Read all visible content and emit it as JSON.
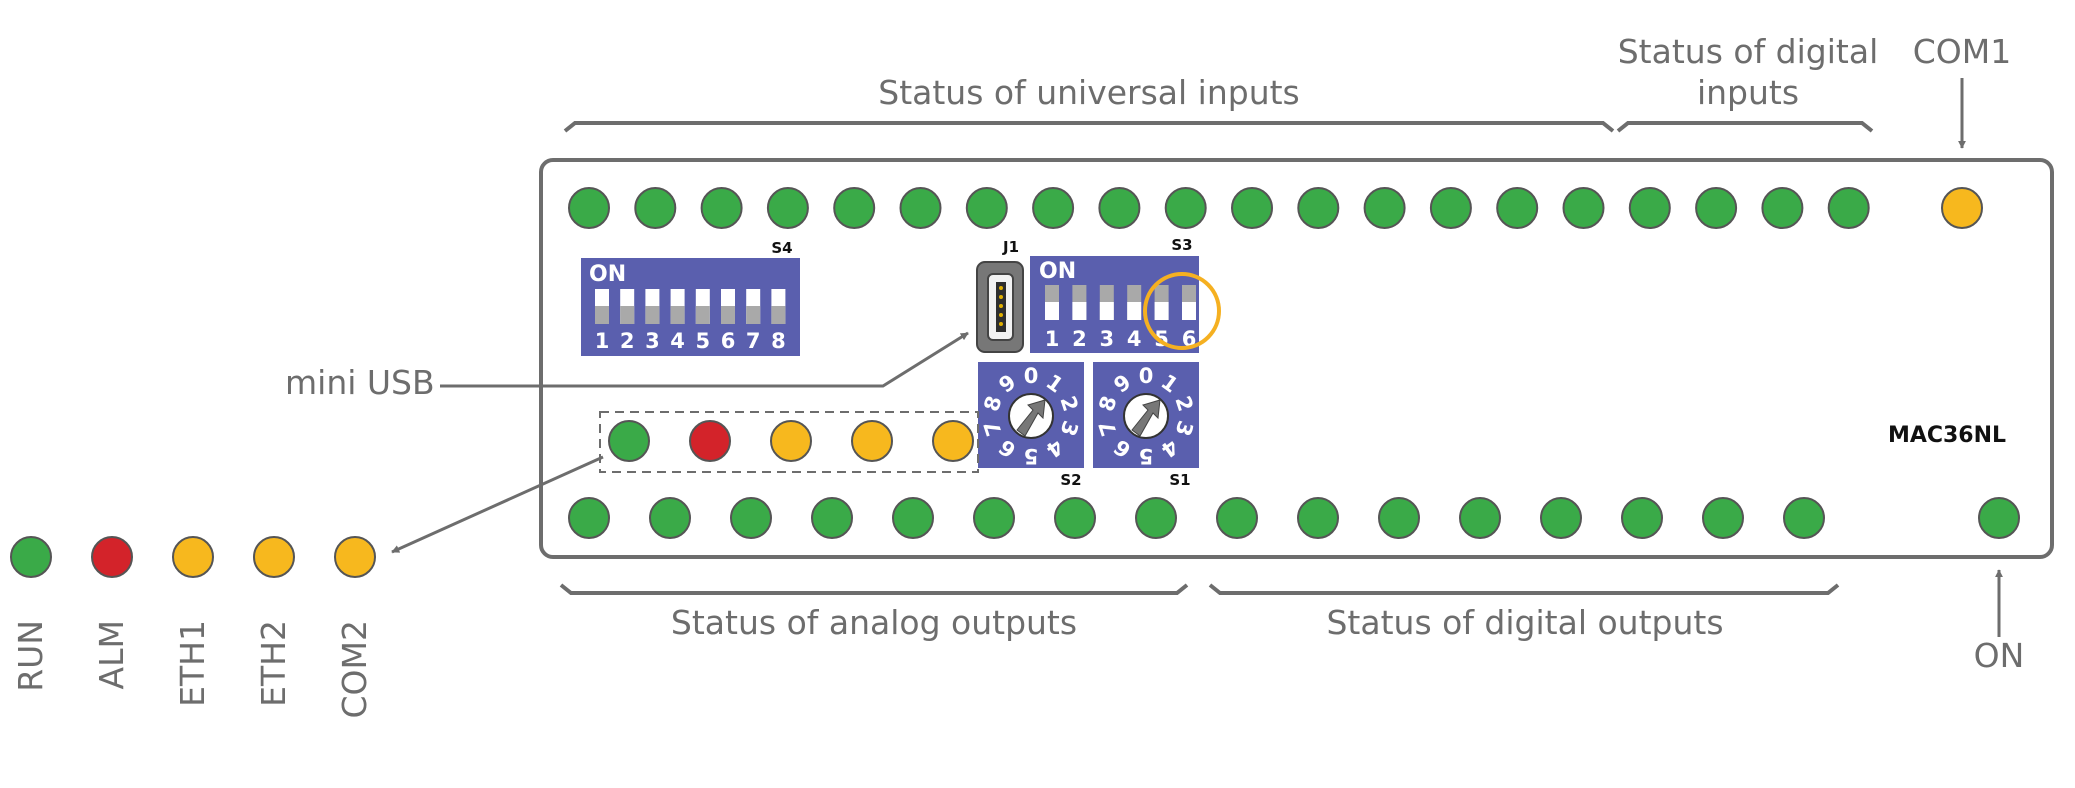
{
  "labels": {
    "universal_inputs": "Status of universal inputs",
    "digital_inputs_line1": "Status of digital",
    "digital_inputs_line2": "inputs",
    "com1": "COM1",
    "analog_outputs": "Status of analog outputs",
    "digital_outputs": "Status of digital outputs",
    "on": "ON",
    "mini_usb": "mini USB",
    "model": "MAC36NL"
  },
  "switches": {
    "s4": {
      "tag": "S4",
      "on": "ON",
      "numbers": [
        "1",
        "2",
        "3",
        "4",
        "5",
        "6",
        "7",
        "8"
      ]
    },
    "s3": {
      "tag": "S3",
      "on": "ON",
      "numbers": [
        "1",
        "2",
        "3",
        "4",
        "5",
        "6"
      ]
    },
    "j1": {
      "tag": "J1"
    },
    "s2": {
      "tag": "S2",
      "digits": [
        "0",
        "1",
        "2",
        "3",
        "4",
        "5",
        "6",
        "7",
        "8",
        "9"
      ]
    },
    "s1": {
      "tag": "S1",
      "digits": [
        "0",
        "1",
        "2",
        "3",
        "4",
        "5",
        "6",
        "7",
        "8",
        "9"
      ]
    }
  },
  "legend": [
    {
      "label": "RUN",
      "color": "green"
    },
    {
      "label": "ALM",
      "color": "red"
    },
    {
      "label": "ETH1",
      "color": "yellow"
    },
    {
      "label": "ETH2",
      "color": "yellow"
    },
    {
      "label": "COM2",
      "color": "yellow"
    }
  ],
  "colors": {
    "green": "#3aaa48",
    "red": "#d3232a",
    "yellow": "#f7b81e",
    "switch_blue": "#5a5fae",
    "frame": "#6d6d6d",
    "highlight": "#f5b021"
  }
}
